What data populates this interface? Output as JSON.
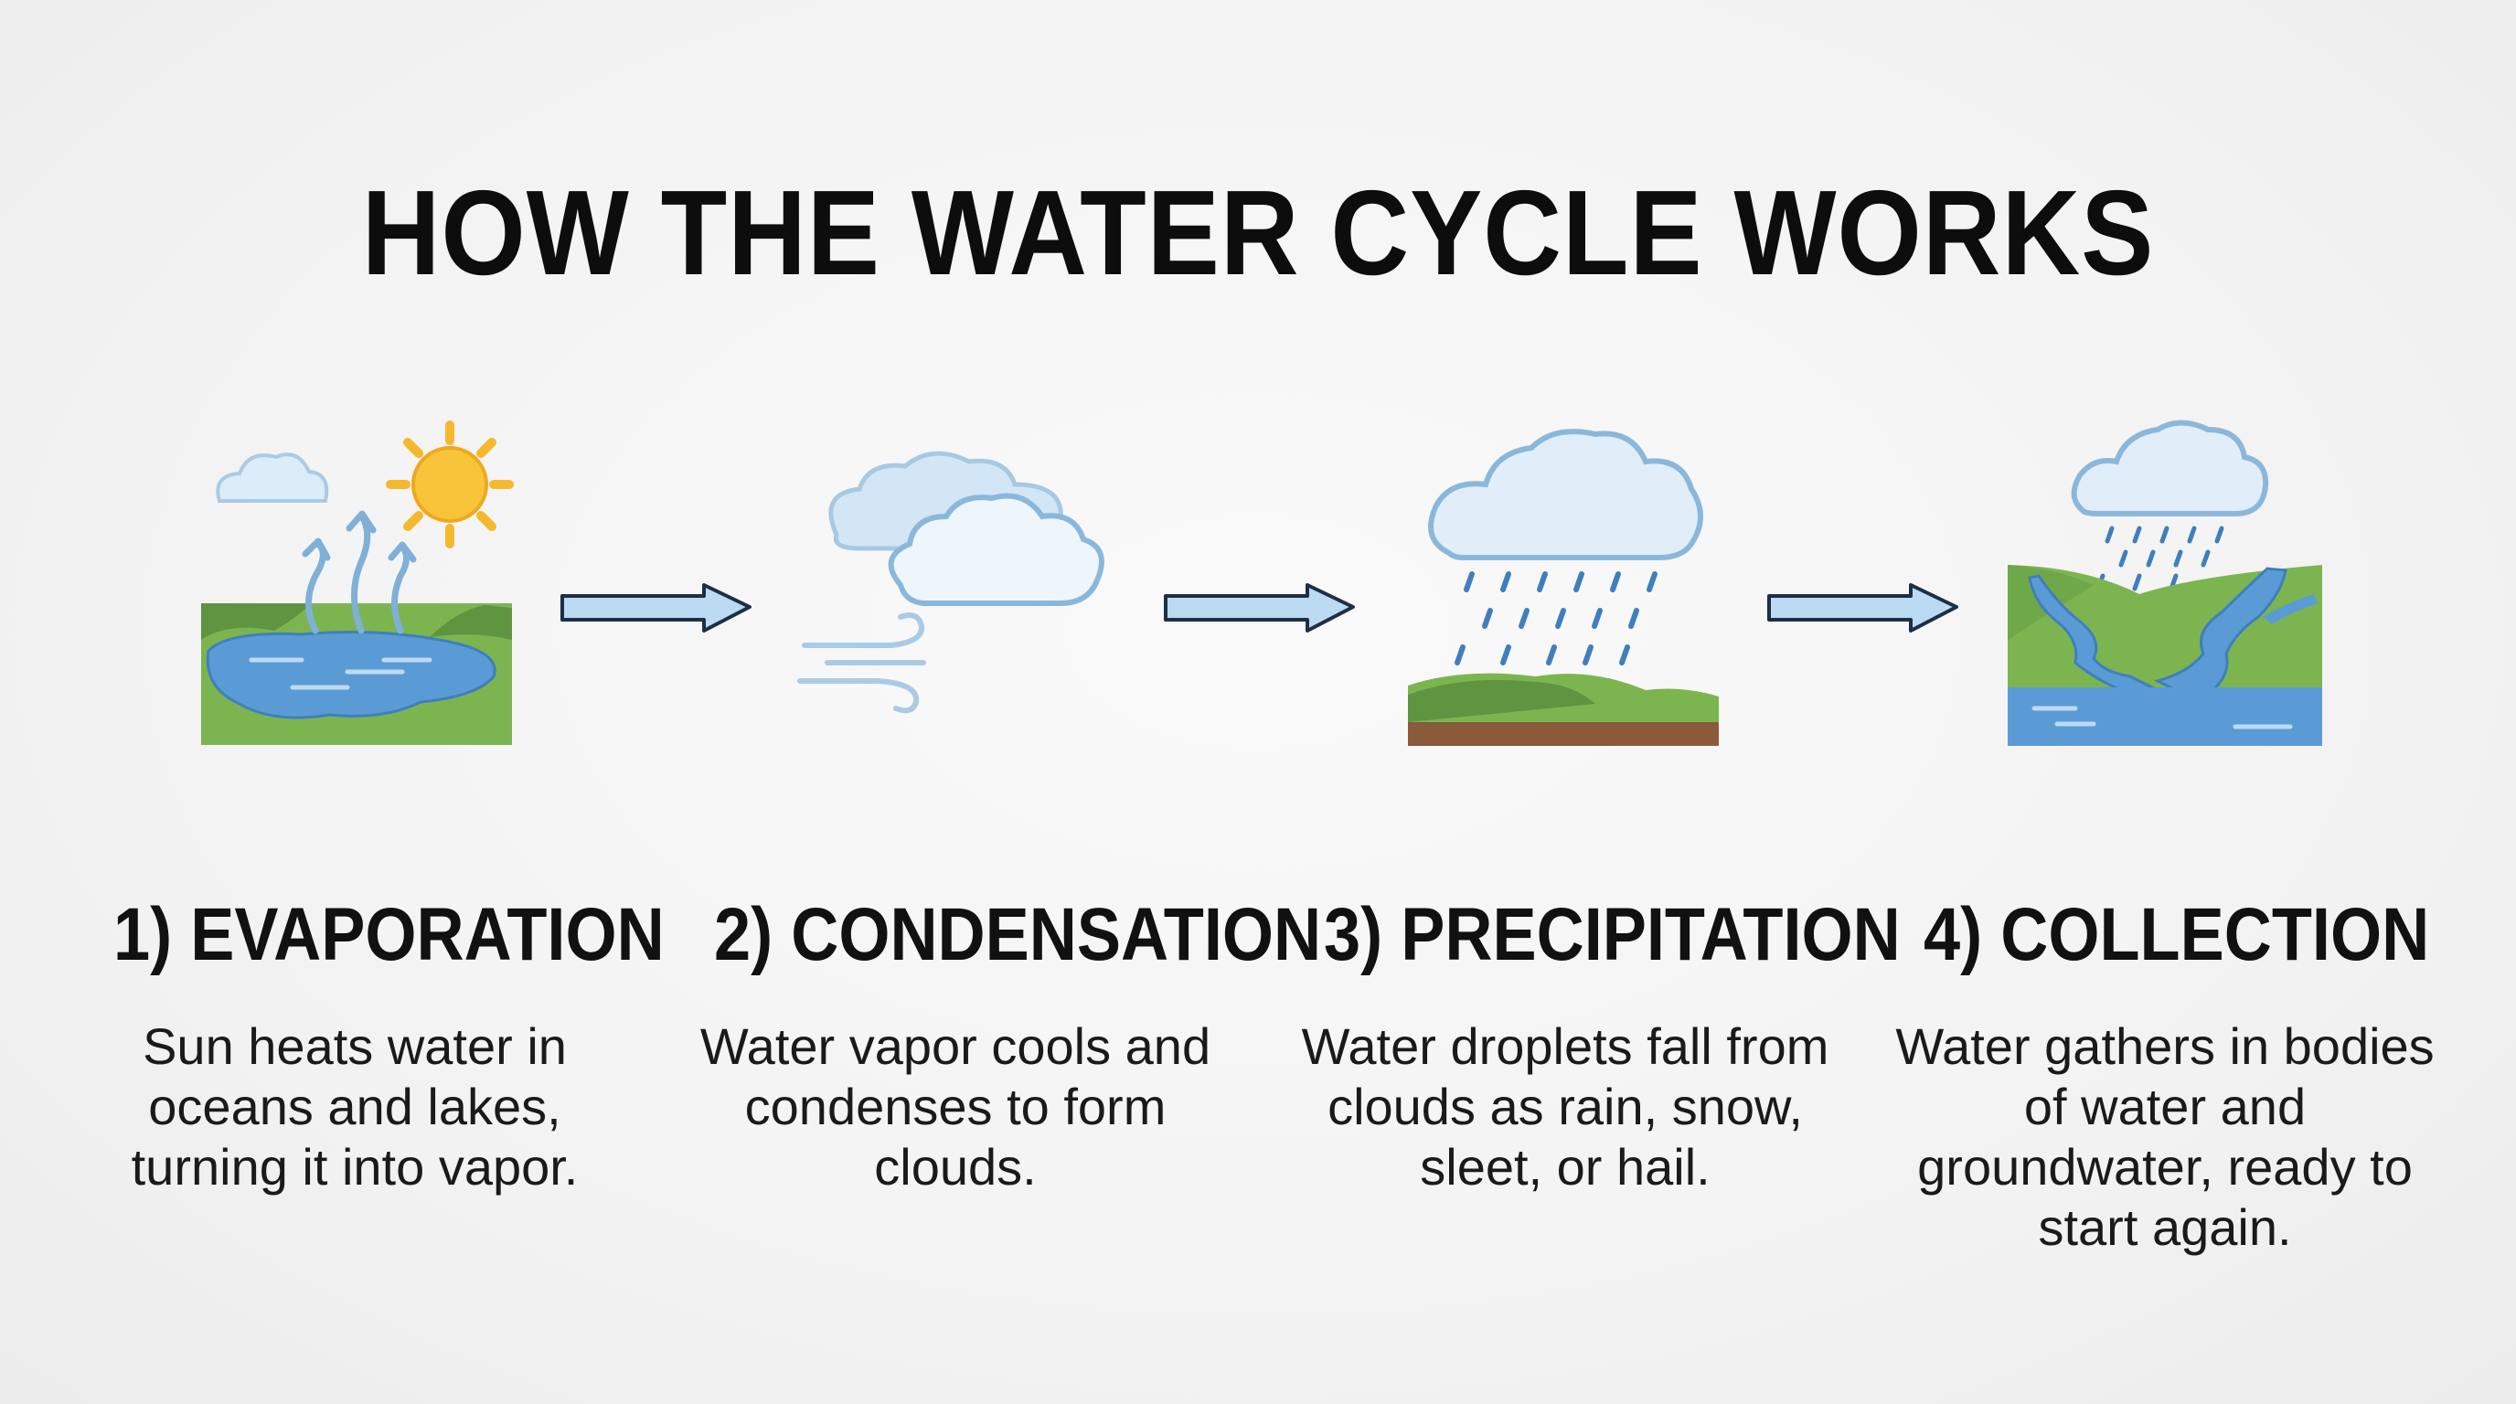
{
  "title": "HOW THE WATER CYCLE WORKS",
  "steps": [
    {
      "heading": "1) EVAPORATION",
      "description": "Sun heats water in oceans and lakes, turning it into vapor.",
      "icons": [
        "sun-icon",
        "cloud-icon",
        "vapor-arrows-icon",
        "lake-icon"
      ]
    },
    {
      "heading": "2) CONDENSATION",
      "description": "Water vapor cools and condenses to form clouds.",
      "icons": [
        "clouds-icon",
        "wind-icon"
      ]
    },
    {
      "heading": "3) PRECIPITATION",
      "description": "Water droplets fall from clouds as rain, snow, sleet, or hail.",
      "icons": [
        "rain-cloud-icon",
        "raindrops-icon",
        "ground-icon"
      ]
    },
    {
      "heading": "4) COLLECTION",
      "description": "Water gathers in bodies of water and groundwater, ready to start again.",
      "icons": [
        "rain-cloud-icon",
        "river-icon",
        "lake-icon"
      ]
    }
  ],
  "connectors": [
    "arrow-right-icon",
    "arrow-right-icon",
    "arrow-right-icon"
  ],
  "colors": {
    "background": "#f3f3f3",
    "text": "#111111",
    "water": "#5b9bd5",
    "grass": "#7cb550",
    "sun": "#f5b82e",
    "cloud": "#dcecf8",
    "outline": "#8ab8dc"
  }
}
